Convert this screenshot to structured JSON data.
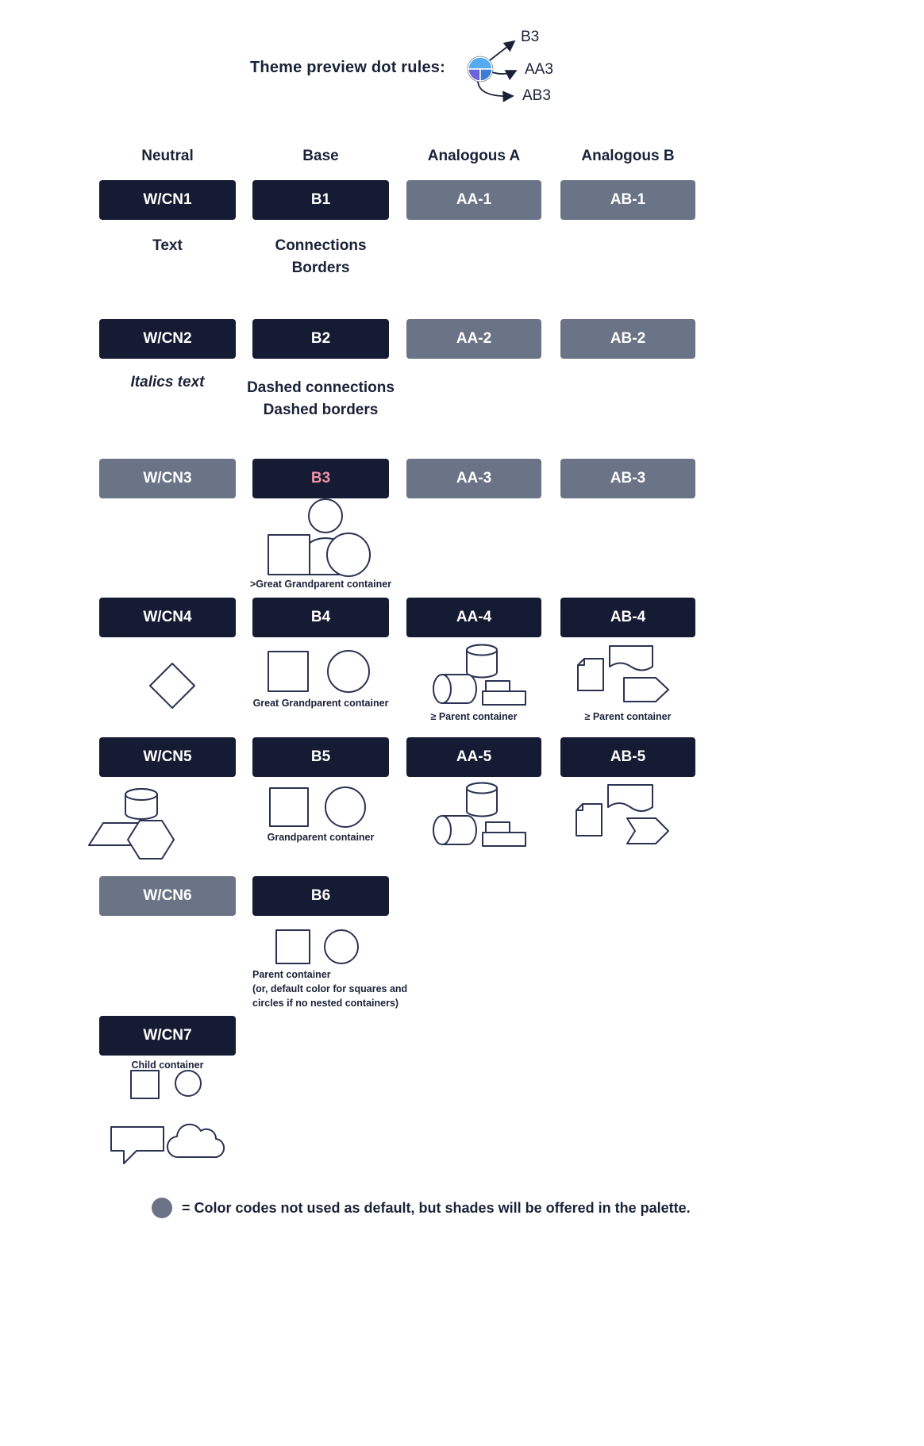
{
  "title": "Theme preview dot rules:",
  "dot_labels": [
    "B3",
    "AA3",
    "AB3"
  ],
  "column_headers": [
    "Neutral",
    "Base",
    "Analogous A",
    "Analogous B"
  ],
  "swatches": {
    "neutral": [
      "W/CN1",
      "W/CN2",
      "W/CN3",
      "W/CN4",
      "W/CN5",
      "W/CN6",
      "W/CN7"
    ],
    "base": [
      "B1",
      "B2",
      "B3",
      "B4",
      "B5",
      "B6"
    ],
    "analogous_a": [
      "AA-1",
      "AA-2",
      "AA-3",
      "AA-4",
      "AA-5"
    ],
    "analogous_b": [
      "AB-1",
      "AB-2",
      "AB-3",
      "AB-4",
      "AB-5"
    ]
  },
  "captions": {
    "wcn1": "Text",
    "b1_line1": "Connections",
    "b1_line2": "Borders",
    "wcn2": "Italics text",
    "b2_line1": "Dashed connections",
    "b2_line2": "Dashed borders",
    "b3": ">Great Grandparent container",
    "b4": "Great Grandparent container",
    "aa4": "≥ Parent container",
    "ab4": "≥ Parent container",
    "b5": "Grandparent container",
    "b6_line1": "Parent container",
    "b6_line2": "(or, default color for squares and circles if no nested containers)",
    "wcn7": "Child container"
  },
  "footer": {
    "note": "= Color codes not used as default, but shades will be offered in the palette."
  },
  "colors": {
    "dark_navy": "#141b33",
    "slate_gray": "#6b7487",
    "pink_accent": "#ee8fa4",
    "outline_navy": "#2a3352",
    "dot_blue": "#56aaf0",
    "dot_purple": "#6e63d8",
    "dot_deep_blue": "#3d7cd3"
  }
}
